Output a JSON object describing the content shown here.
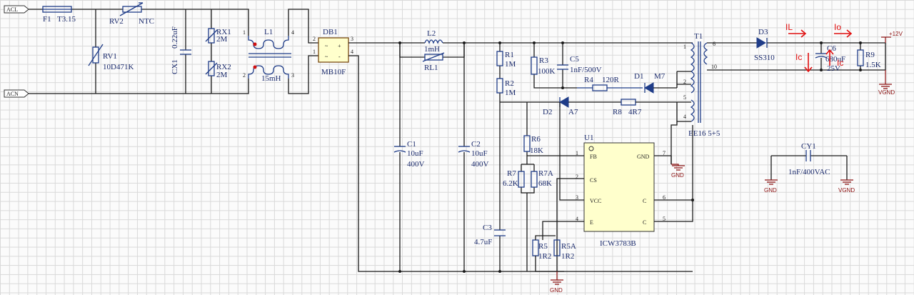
{
  "ports": {
    "acl": "ACL",
    "acn": "ACN",
    "plus12v": "+12V"
  },
  "f1": {
    "ref": "F1",
    "value": "T3.15"
  },
  "rv2": {
    "ref": "RV2",
    "value": "NTC"
  },
  "rv1": {
    "ref": "RV1",
    "value": "10D471K"
  },
  "cx1": {
    "ref": "CX1",
    "value": "0.22uF"
  },
  "rx1": {
    "ref": "RX1",
    "value": "2M"
  },
  "rx2": {
    "ref": "RX2",
    "value": "2M"
  },
  "l1": {
    "ref": "L1",
    "value": "15mH"
  },
  "db1": {
    "ref": "DB1",
    "value": "MB10F"
  },
  "l2": {
    "ref": "L2",
    "value": "1mH"
  },
  "rl1": {
    "ref": "RL1"
  },
  "c1": {
    "ref": "C1",
    "value": "10uF",
    "voltage": "400V"
  },
  "c2": {
    "ref": "C2",
    "value": "10uF",
    "voltage": "400V"
  },
  "c3": {
    "ref": "C3",
    "value": "4.7uF"
  },
  "r1": {
    "ref": "R1",
    "value": "1M"
  },
  "r2": {
    "ref": "R2",
    "value": "1M"
  },
  "r3": {
    "ref": "R3",
    "value": "100K"
  },
  "c5": {
    "ref": "C5",
    "value": "1nF/500V"
  },
  "r4": {
    "ref": "R4",
    "value": "120R"
  },
  "d1": {
    "ref": "D1",
    "value": "M7"
  },
  "d2": {
    "ref": "D2",
    "value": "A7"
  },
  "r8": {
    "ref": "R8",
    "value": "4R7"
  },
  "t1": {
    "ref": "T1",
    "value": "EE16 5+5"
  },
  "d3": {
    "ref": "D3",
    "value": "SS310"
  },
  "c6": {
    "ref": "C6",
    "value": "680uF",
    "voltage": "25V"
  },
  "r9": {
    "ref": "R9",
    "value": "1.5K"
  },
  "r6": {
    "ref": "R6",
    "value": "18K"
  },
  "r7": {
    "ref": "R7",
    "value": "6.2K"
  },
  "r7a": {
    "ref": "R7A",
    "value": "68K"
  },
  "r5": {
    "ref": "R5",
    "value": "1R2"
  },
  "r5a": {
    "ref": "R5A",
    "value": "1R2"
  },
  "u1": {
    "ref": "U1",
    "part": "ICW3783B",
    "pins": {
      "fb": "FB",
      "cs": "CS",
      "vcc": "VCC",
      "e": "E",
      "gnd": "GND",
      "c1": "C",
      "c2": "C"
    }
  },
  "cy1": {
    "ref": "CY1",
    "value": "1nF/400VAC"
  },
  "grounds": {
    "gnd": "GND",
    "vgnd": "VGND"
  },
  "annotations": {
    "il": "IL",
    "io": "Io",
    "ic": "Ic"
  },
  "pin_numbers": {
    "p1": "1",
    "p2": "2",
    "p3": "3",
    "p4": "4",
    "p5": "5",
    "p6": "6",
    "p7": "7",
    "p10": "10"
  },
  "colors": {
    "wire": "#1a1a1a",
    "component": "#1f3c88",
    "ic_fill": "#ffffcc",
    "annotation": "#e01010",
    "ground": "#8b1010"
  }
}
